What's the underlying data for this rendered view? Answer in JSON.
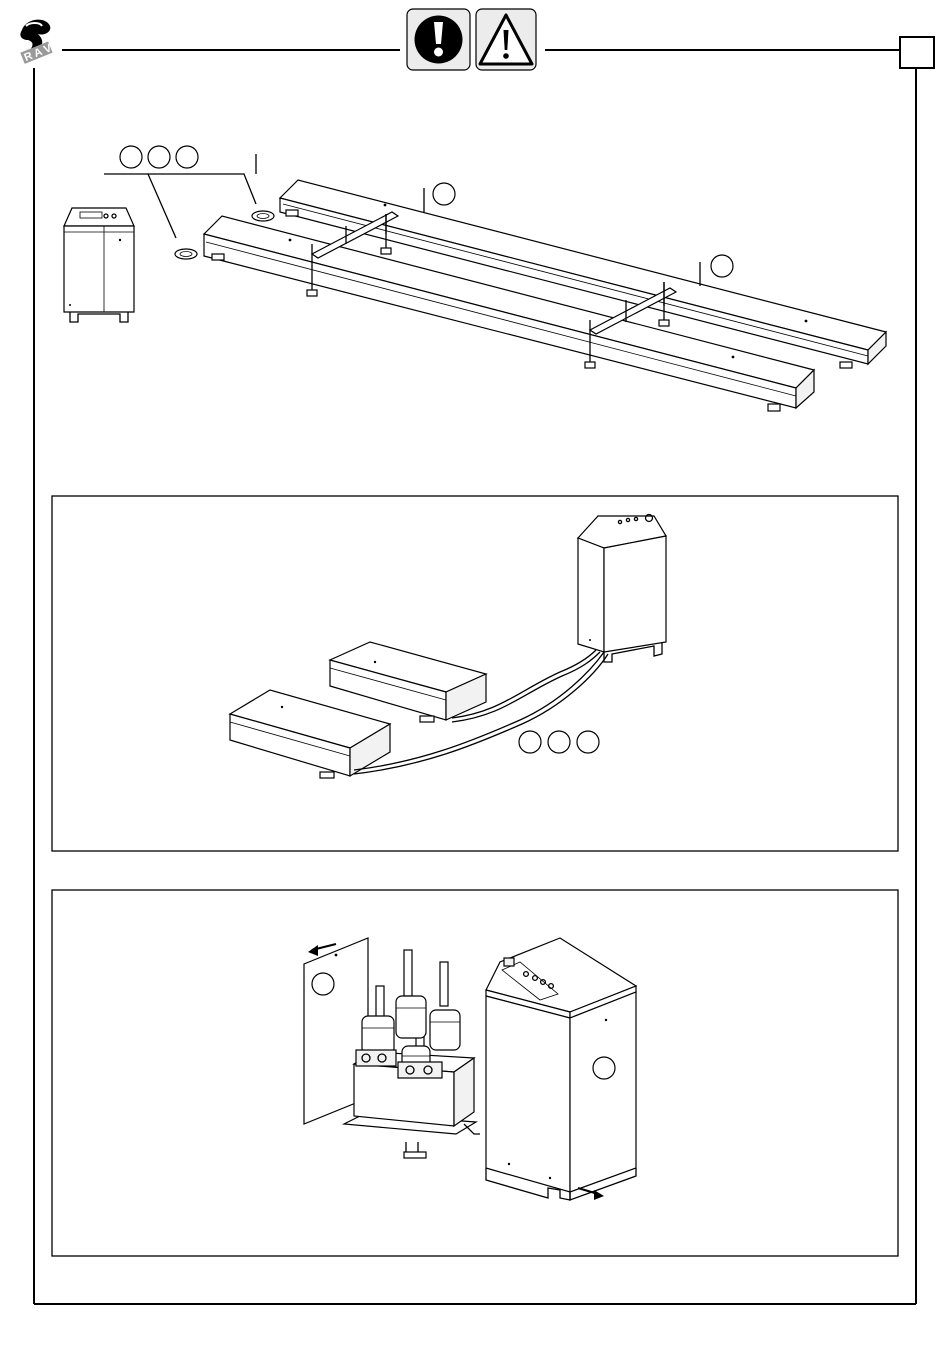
{
  "header": {
    "logo_icon": "ravaglioli-logo-icon",
    "mandatory_icon": "exclamation-circle-icon",
    "warning_icon": "warning-triangle-icon"
  },
  "figures": [
    {
      "name": "floor-layout",
      "callouts": 5
    },
    {
      "name": "hose-routing",
      "callouts": 3
    },
    {
      "name": "power-unit-panel-removal",
      "callouts": 2
    }
  ]
}
